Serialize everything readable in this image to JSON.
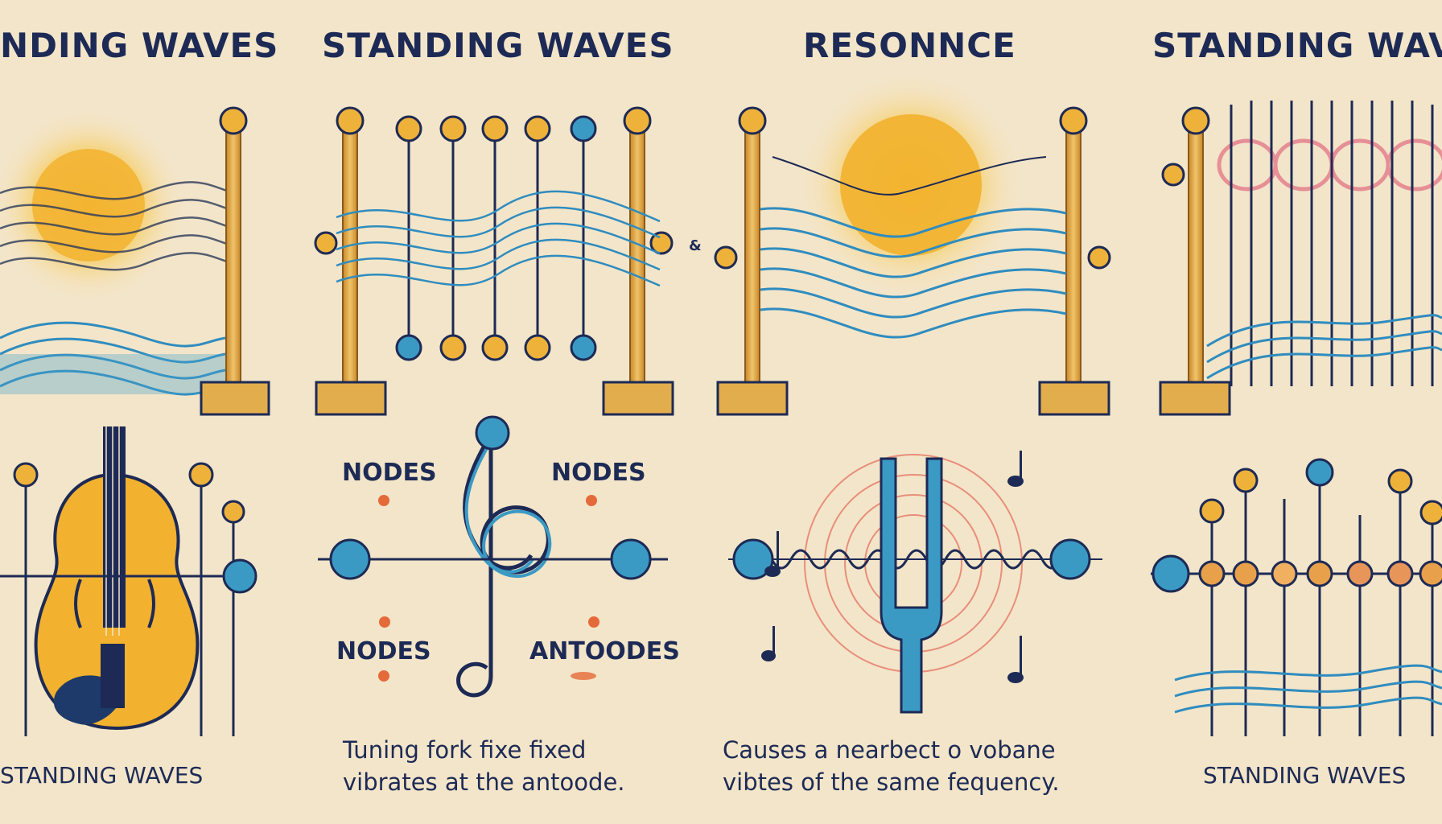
{
  "panels": [
    {
      "title": "NDING WAVES",
      "bottom_label": "STANDING WAVES"
    },
    {
      "title": "STANDING WAVES",
      "node_labels": [
        "NODES",
        "NODES",
        "NODES",
        "ANTOODES"
      ],
      "caption_lines": [
        "Tuning fork fixe fixed",
        "vibrates at the antoode."
      ]
    },
    {
      "title": "RESONNCE",
      "amp_mark": "&",
      "caption_lines": [
        "Causes a nearbect o vobane",
        "vibtes of the same fequency."
      ]
    },
    {
      "title": "STANDING WAVE",
      "bottom_label": "STANDING WAVES"
    }
  ],
  "icons": [
    "sun-icon",
    "violin-icon",
    "treble-clef-icon",
    "tuning-fork-icon",
    "music-note-icon"
  ],
  "colors": {
    "background": "#f3e5c9",
    "navy": "#1d2a55",
    "gold": "#e8b23a",
    "blue": "#3a9ac4",
    "red": "#e46a5a",
    "post": "#e2ad4c"
  }
}
